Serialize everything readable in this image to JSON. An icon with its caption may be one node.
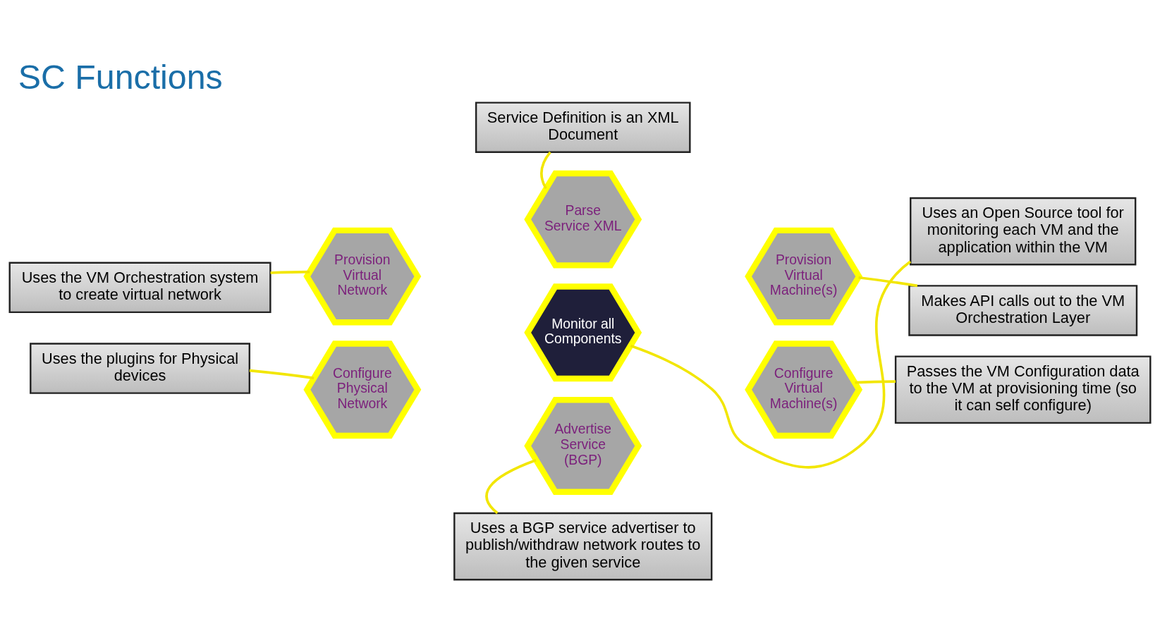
{
  "diagram": {
    "title": "SC Functions",
    "nodes": [
      {
        "text": [
          "Parse Service XML"
        ]
      },
      {
        "text": [
          "Provision Virtual Network"
        ]
      },
      {
        "text": [
          "Provision Virtual Machine(s)"
        ]
      },
      {
        "text": [
          "Monitor all Components"
        ]
      },
      {
        "text": [
          "Configure Physical Network"
        ]
      },
      {
        "text": [
          "Configure Virtual Machine(s)"
        ]
      },
      {
        "text": [
          "Advertise Service (BGP)"
        ]
      },
      {
        "text": [
          "Service Definition is an XML Document"
        ]
      },
      {
        "text": [
          "Uses an Open Source tool for monitoring each VM and the application within the VM"
        ]
      },
      {
        "text": [
          "Uses the VM Orchestration system to create virtual network"
        ]
      },
      {
        "text": [
          "Makes API calls out to the VM Orchestration Layer"
        ]
      },
      {
        "text": [
          "Uses the plugins for Physical devices"
        ]
      },
      {
        "text": [
          "Passes the VM Configuration data to the VM at provisioning time (so it can self configure)"
        ]
      },
      {
        "text": [
          "Uses a BGP service advertiser to publish/withdraw network routes to the given service"
        ]
      }
    ],
    "edges": [
      {
        "from": 7,
        "to": 0,
        "arrow": "none"
      },
      {
        "from": 8,
        "to": 3,
        "arrow": "none"
      },
      {
        "from": 9,
        "to": 1,
        "arrow": "none"
      },
      {
        "from": 10,
        "to": 2,
        "arrow": "none"
      },
      {
        "from": 11,
        "to": 4,
        "arrow": "none"
      },
      {
        "from": 12,
        "to": 5,
        "arrow": "none"
      },
      {
        "from": 13,
        "to": 6,
        "arrow": "none"
      }
    ]
  }
}
